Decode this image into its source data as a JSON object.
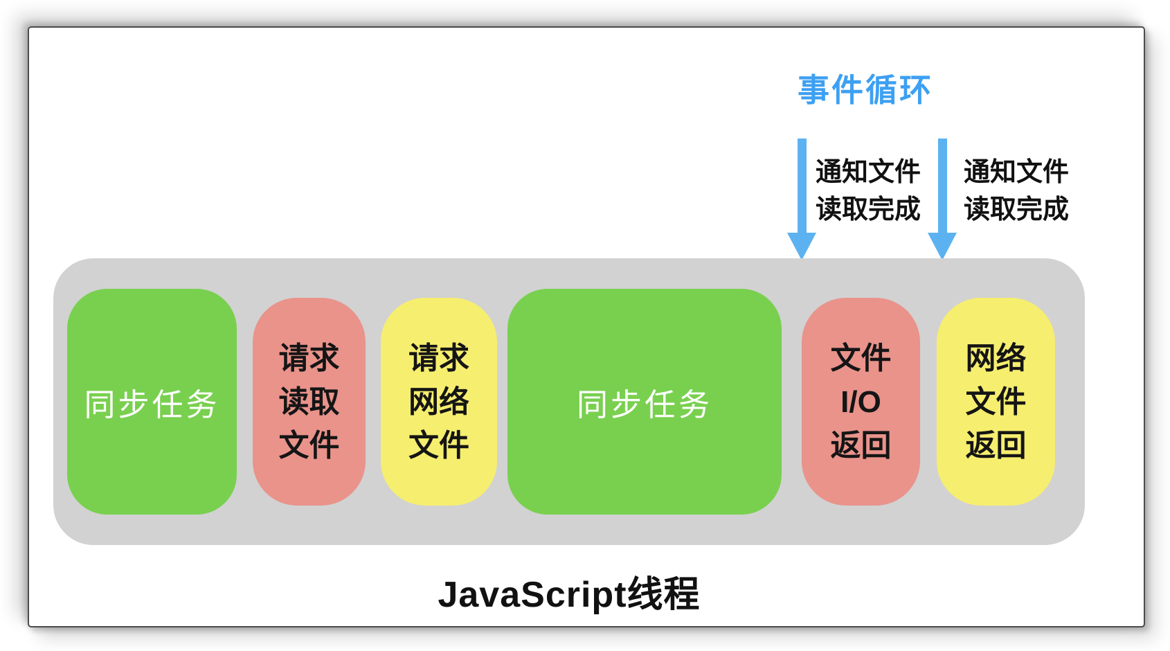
{
  "title": {
    "text": "事件循环",
    "color": "#3da0f2"
  },
  "arrows": [
    {
      "name": "notify-file-read-complete-left",
      "label_line1": "通知文件",
      "label_line2": "读取完成"
    },
    {
      "name": "notify-file-read-complete-right",
      "label_line1": "通知文件",
      "label_line2": "读取完成"
    }
  ],
  "thread": {
    "label": "JavaScript线程",
    "container_color": "#d2d2d2",
    "blocks": [
      {
        "id": "sync-task-1",
        "color_name": "green",
        "color": "#79d04f",
        "lines": [
          "同步任务"
        ]
      },
      {
        "id": "request-read-file",
        "color_name": "pink",
        "color": "#e9938b",
        "lines": [
          "请求",
          "读取",
          "文件"
        ]
      },
      {
        "id": "request-network-file",
        "color_name": "yellow",
        "color": "#f6ee6f",
        "lines": [
          "请求",
          "网络",
          "文件"
        ]
      },
      {
        "id": "sync-task-2",
        "color_name": "green",
        "color": "#79d04f",
        "lines": [
          "同步任务"
        ]
      },
      {
        "id": "file-io-return",
        "color_name": "pink",
        "color": "#e9938b",
        "lines": [
          "文件",
          "I/O",
          "返回"
        ]
      },
      {
        "id": "network-file-return",
        "color_name": "yellow",
        "color": "#f6ee6f",
        "lines": [
          "网络",
          "文件",
          "返回"
        ]
      }
    ]
  },
  "accent_colors": {
    "arrow_blue": "#5cb2f0",
    "title_blue": "#3da0f2"
  }
}
